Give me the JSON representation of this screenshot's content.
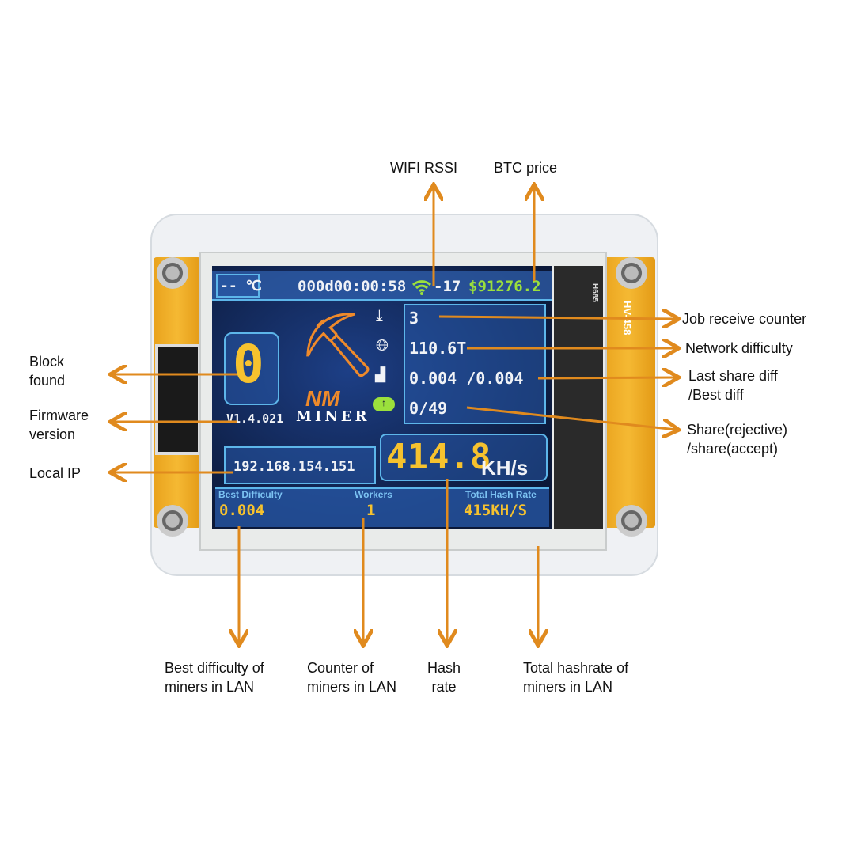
{
  "annotations": {
    "wifi_rssi": "WIFI RSSI",
    "btc_price": "BTC price",
    "job_counter": "Job receive counter",
    "network_difficulty": "Network difficulty",
    "last_share_1": "Last share diff",
    "last_share_2": "/Best diff",
    "share_1": "Share(rejective)",
    "share_2": "/share(accept)",
    "block_1": "Block",
    "block_2": "found",
    "firmware_1": "Firmware",
    "firmware_2": "version",
    "local_ip": "Local IP",
    "best_diff_1": "Best difficulty of",
    "best_diff_2": "miners in LAN",
    "counter_1": "Counter of",
    "counter_2": "miners in LAN",
    "hash_1": "Hash",
    "hash_2": "rate",
    "total_1": "Total hashrate of",
    "total_2": "miners in LAN"
  },
  "screen": {
    "temperature": "-- ℃",
    "uptime": "000d00:00:58",
    "rssi": "-17",
    "price": "$91276.2",
    "job_count": "3",
    "network_diff": "110.6T",
    "share_diff": "0.004 /0.004",
    "shares": "0/49",
    "blocks": "0",
    "version": "V1.4.021",
    "logo_top": "NM",
    "logo_bottom": "MINER",
    "ip": "192.168.154.151",
    "hashrate": "414.8",
    "hash_unit": "KH/s",
    "best_difficulty_label": "Best Difficulty",
    "best_difficulty": "0.004",
    "workers_label": "Workers",
    "workers": "1",
    "total_label": "Total Hash Rate",
    "total": "415KH/S"
  },
  "board": {
    "side_text": "HV-458",
    "label_top": "H685"
  },
  "colors": {
    "arrow": "#e08a1e",
    "value_yellow": "#f6c22e",
    "price_green": "#9be03c",
    "accent_blue": "#5db6ea"
  }
}
